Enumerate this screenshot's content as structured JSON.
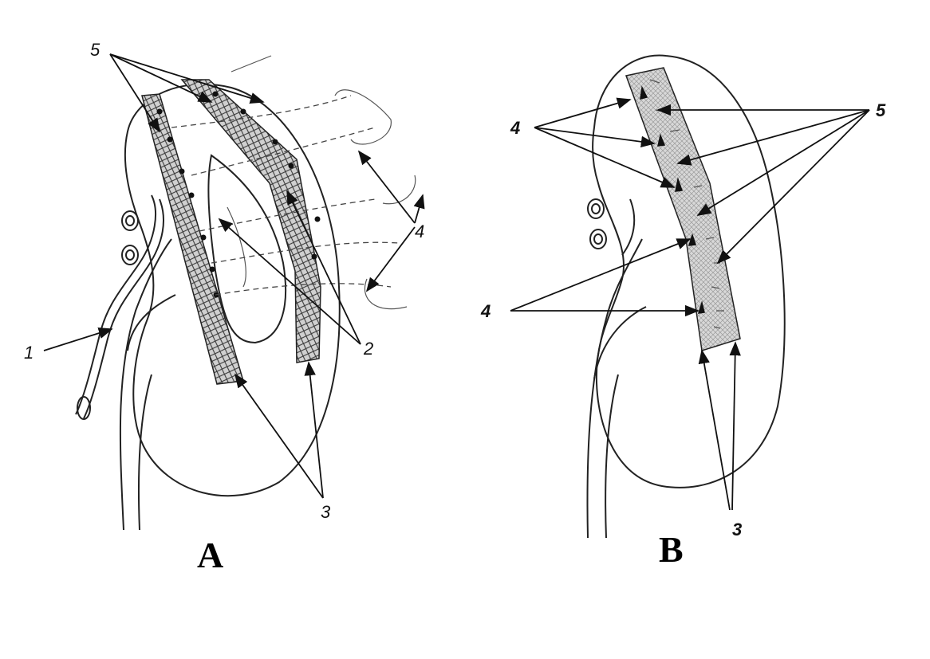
{
  "figure": {
    "panel_a": {
      "title": "A",
      "labels": {
        "l1": "1",
        "l2": "2",
        "l3": "3",
        "l4": "4",
        "l5": "5"
      }
    },
    "panel_b": {
      "title": "B",
      "labels": {
        "l3": "3",
        "l4_top": "4",
        "l4_bottom": "4",
        "l5": "5"
      }
    },
    "colors": {
      "mesh_fill": "#d0d0d0",
      "line": "#222222"
    }
  }
}
